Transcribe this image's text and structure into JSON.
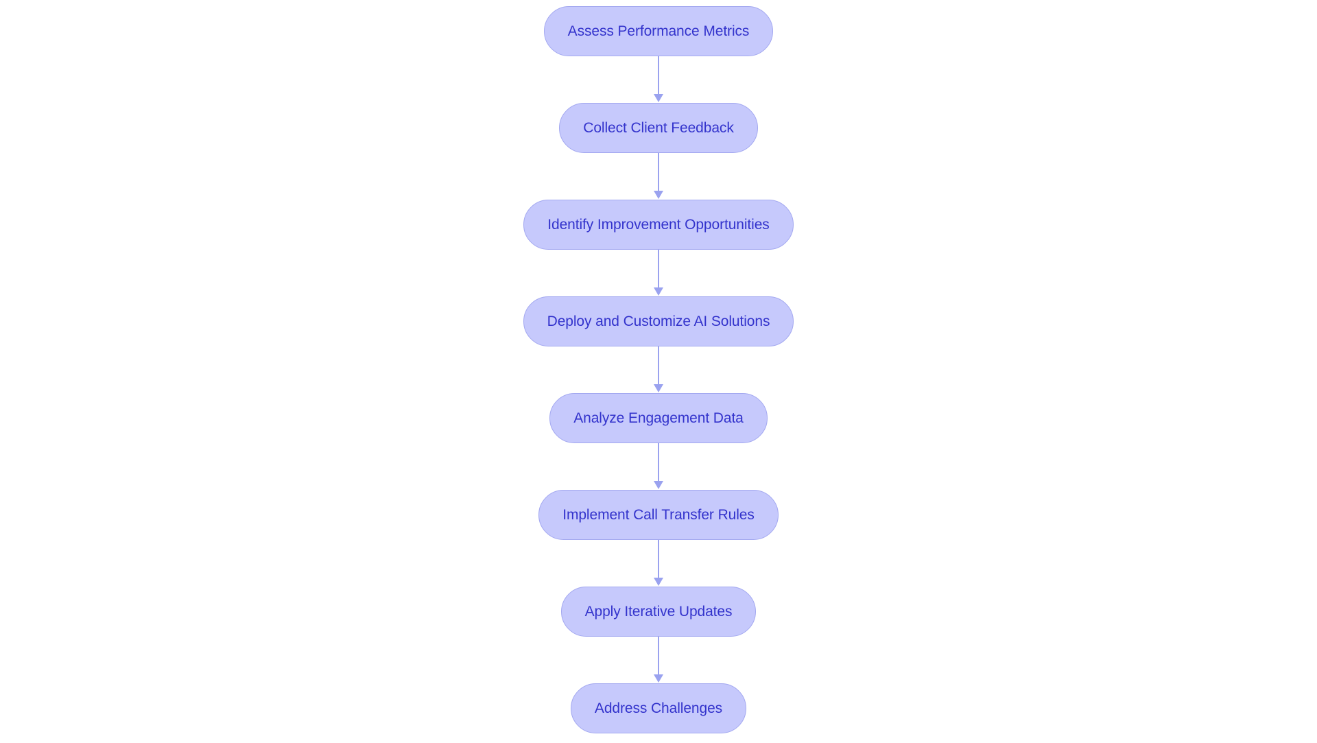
{
  "diagram": {
    "type": "flowchart",
    "orientation": "top-to-bottom",
    "background_color": "#ffffff",
    "node_fill_color": "#c6c9fc",
    "node_border_color": "#a3a8f0",
    "node_text_color": "#3333cc",
    "connector_color": "#9aa2ef",
    "node_shape": "pill",
    "nodes": [
      {
        "id": "n1",
        "label": "Assess Performance Metrics"
      },
      {
        "id": "n2",
        "label": "Collect Client Feedback"
      },
      {
        "id": "n3",
        "label": "Identify Improvement Opportunities"
      },
      {
        "id": "n4",
        "label": "Deploy and Customize AI Solutions"
      },
      {
        "id": "n5",
        "label": "Analyze Engagement Data"
      },
      {
        "id": "n6",
        "label": "Implement Call Transfer Rules"
      },
      {
        "id": "n7",
        "label": "Apply Iterative Updates"
      },
      {
        "id": "n8",
        "label": "Address Challenges"
      }
    ],
    "edges": [
      {
        "from": "n1",
        "to": "n2",
        "arrow": "down-arrow"
      },
      {
        "from": "n2",
        "to": "n3",
        "arrow": "down-arrow"
      },
      {
        "from": "n3",
        "to": "n4",
        "arrow": "down-arrow"
      },
      {
        "from": "n4",
        "to": "n5",
        "arrow": "down-arrow"
      },
      {
        "from": "n5",
        "to": "n6",
        "arrow": "down-arrow"
      },
      {
        "from": "n6",
        "to": "n7",
        "arrow": "down-arrow"
      },
      {
        "from": "n7",
        "to": "n8",
        "arrow": "down-arrow"
      }
    ]
  }
}
